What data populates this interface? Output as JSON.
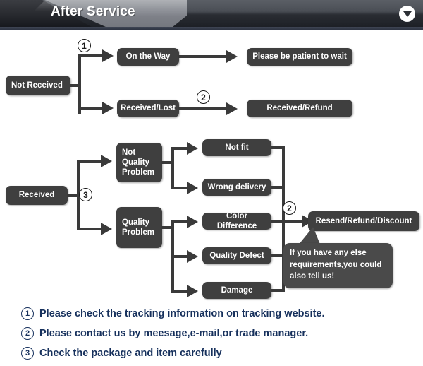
{
  "header": {
    "title": "After Service",
    "dropdown_icon": "chevron-down-icon"
  },
  "flow_not_received": {
    "source": "Not Received",
    "branches": [
      {
        "label": "On the Way",
        "result": "Please be patient to wait"
      },
      {
        "label": "Received/Lost",
        "result": "Received/Refund"
      }
    ],
    "markers": {
      "branch_split": "1",
      "lost_to_refund": "2"
    }
  },
  "flow_received": {
    "source": "Received",
    "marker": "3",
    "categories": [
      {
        "label": "Not\nQuality\nProblem",
        "issues": [
          "Not fit",
          "Wrong delivery"
        ]
      },
      {
        "label": "Quality\nProblem",
        "issues": [
          "Color Difference",
          "Quality Defect",
          "Damage"
        ]
      }
    ],
    "outcome": "Resend/Refund/Discount",
    "outcome_marker": "2",
    "callout": "If you have any else requirements,you could also tell us!"
  },
  "legend": [
    {
      "num": "1",
      "text": "Please check the tracking information on tracking website."
    },
    {
      "num": "2",
      "text": "Please contact us by meesage,e-mail,or trade manager."
    },
    {
      "num": "3",
      "text": "Check the package and item carefully"
    }
  ],
  "colors": {
    "box_fill": "#3f3f3f",
    "callout_fill": "#4a4a4a",
    "connector": "#3a3a3a",
    "legend_text": "#16305c",
    "header_plate": "#8b8e95",
    "page_bg": "#ffffff"
  }
}
